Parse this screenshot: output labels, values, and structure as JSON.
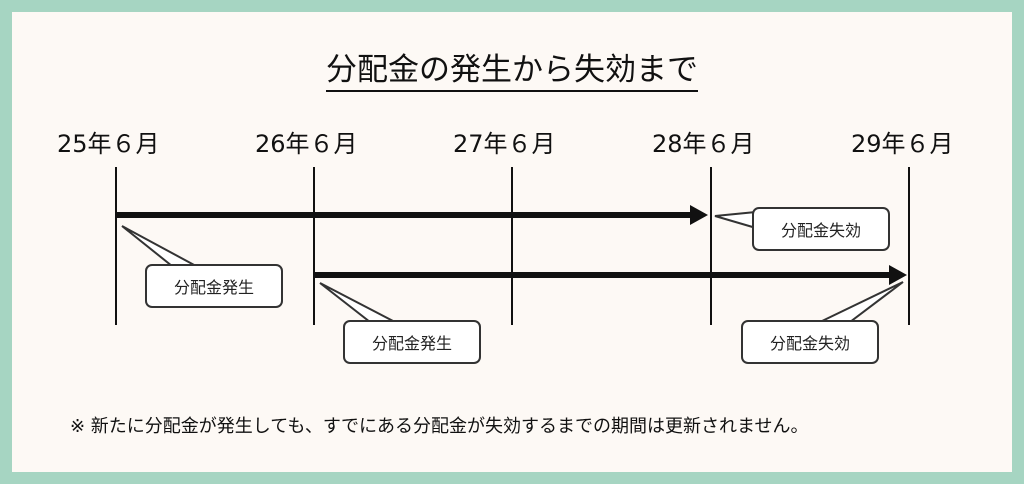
{
  "title": "分配金の発生から失効まで",
  "dates": [
    "25年６月",
    "26年６月",
    "27年６月",
    "28年６月",
    "29年６月"
  ],
  "callouts": {
    "occur1": "分配金発生",
    "expire1": "分配金失効",
    "occur2": "分配金発生",
    "expire2": "分配金失効"
  },
  "note": "※ 新たに分配金が発生しても、すでにある分配金が失効するまでの期間は更新されません。"
}
